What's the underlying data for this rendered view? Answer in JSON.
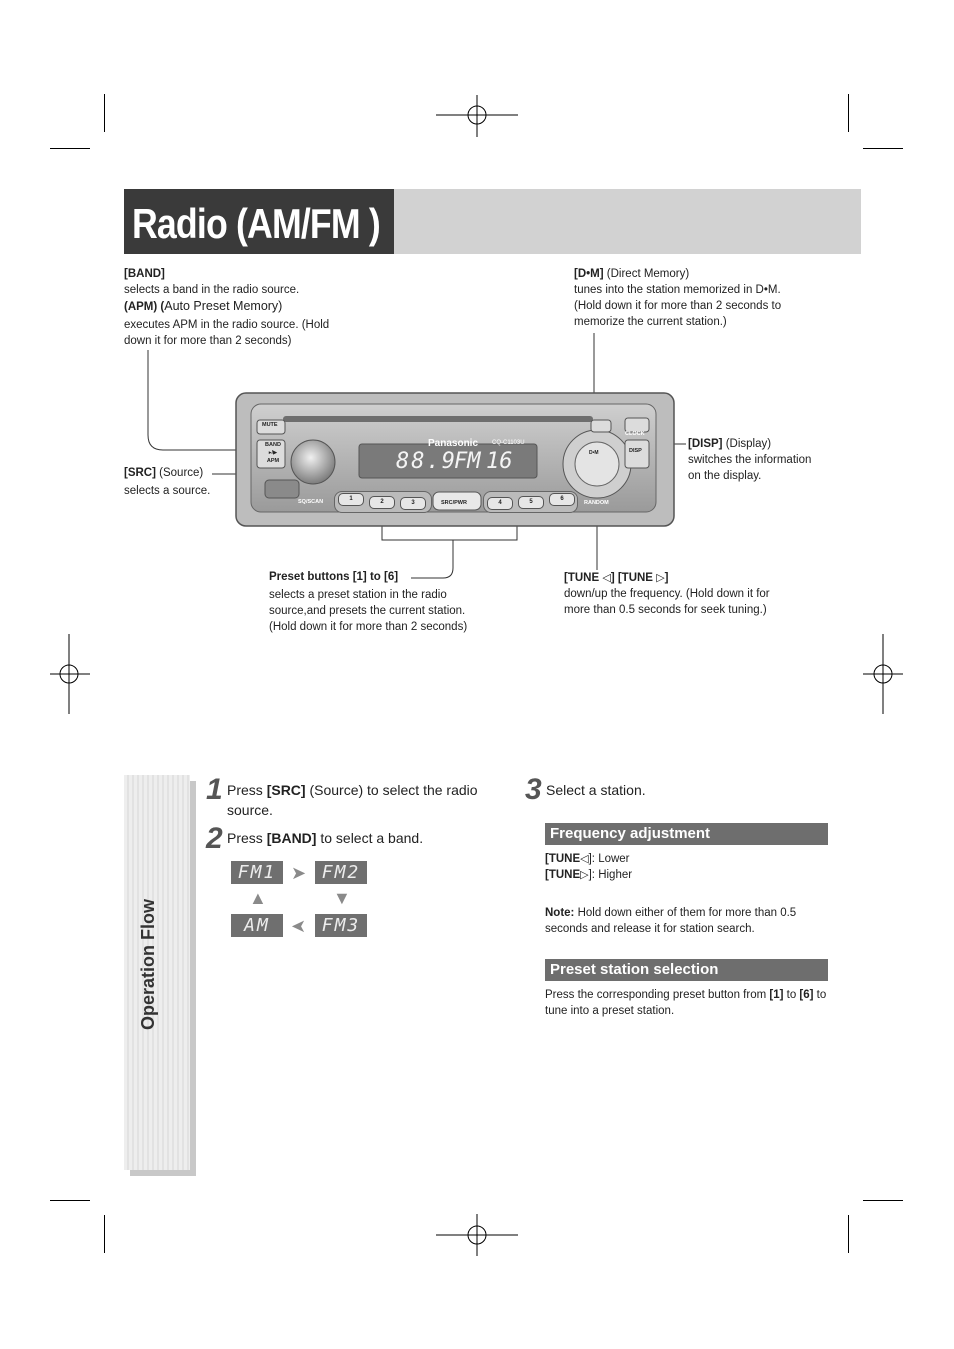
{
  "title": "Radio (AM/FM )",
  "callouts": {
    "band_label": "[BAND]",
    "band_desc": "selects a band in the radio source.",
    "apm_label": "(APM) (",
    "apm_label_rest": "Auto Preset Memory)",
    "apm_desc1": "executes APM in the radio source. (Hold",
    "apm_desc2": "down it for more than 2 seconds)",
    "dm_label": "[D•M]",
    "dm_label_rest": " (Direct Memory)",
    "dm_desc1": "tunes into the station memorized in D•M.",
    "dm_desc2": "(Hold down it for more than 2 seconds to",
    "dm_desc3": "memorize the current station.)",
    "src_label": "[SRC]",
    "src_label_rest": " (Source)",
    "src_desc": "selects a source.",
    "disp_label": "[DISP]",
    "disp_label_rest": " (Display)",
    "disp_desc1": "switches the information",
    "disp_desc2": "on the display.",
    "preset_label": "Preset buttons [1] to [6]",
    "preset_desc1": "selects a preset station in the radio",
    "preset_desc2": "source,and presets the current station.",
    "preset_desc3": "(Hold down it for more than 2 seconds)",
    "tune_label": "[TUNE",
    "tune_label_mid": "] [TUNE",
    "tune_label_end": "]",
    "tune_desc1": "down/up the frequency. (Hold down it for",
    "tune_desc2": "more than 0.5 seconds for seek tuning.)"
  },
  "device": {
    "brand": "Panasonic",
    "model": "CQ-C1103U",
    "lcd_freq": "88.9",
    "lcd_band": "FM",
    "lcd_preset": "16",
    "mute": "MUTE",
    "band_btn": "BAND",
    "band_btn_sub": "▸/▶",
    "band_btn_apm": "APM",
    "sq_scan": "SQ/SCAN",
    "src_pwr": "SRC/PWR",
    "dm": "D•M",
    "clock": "CLOCK",
    "disp": "DISP",
    "random": "RANDOM",
    "presets": [
      "1",
      "2",
      "3",
      "4",
      "5",
      "6"
    ]
  },
  "sidebar_label": "Operation Flow",
  "steps": {
    "s1_num": "1",
    "s1_pre": "Press ",
    "s1_key": "[SRC]",
    "s1_post": " (Source) to select the radio",
    "s1_line2": "source.",
    "s2_num": "2",
    "s2_pre": "Press ",
    "s2_key": "[BAND]",
    "s2_post": " to select a band.",
    "s3_num": "3",
    "s3_text": "Select a station."
  },
  "band_cycle": [
    "FM1",
    "FM2",
    "FM3",
    "AM"
  ],
  "frequency": {
    "heading": "Frequency adjustment",
    "tune_down_key": "[TUNE",
    "tune_down_text": "]: Lower",
    "tune_up_key": "[TUNE",
    "tune_up_text": "]: Higher",
    "note_label": "Note:",
    "note_text1": " Hold down either of them for more than 0.5",
    "note_text2": "seconds and release it for station search."
  },
  "preset_section": {
    "heading": "Preset station selection",
    "text1_pre": "Press the corresponding preset button from ",
    "key1": "[1]",
    "text1_mid": " to ",
    "key6": "[6]",
    "text1_post": " to",
    "text2": "tune into a preset station."
  }
}
